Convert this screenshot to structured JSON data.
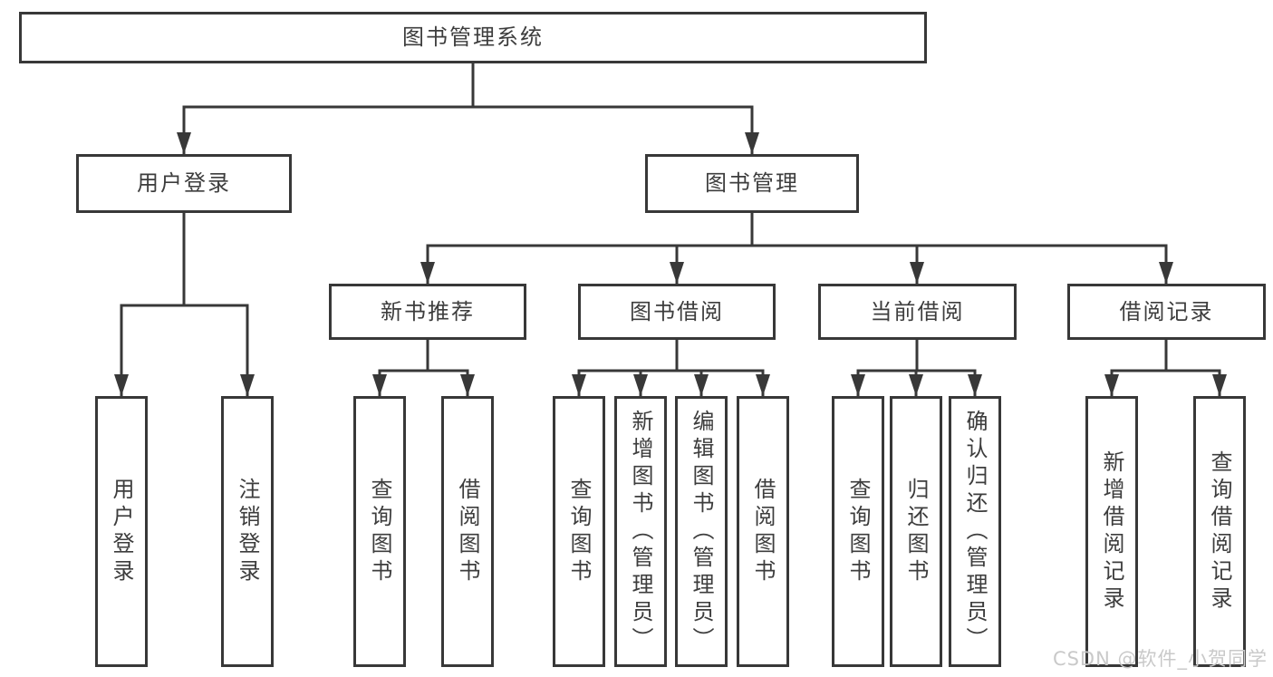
{
  "diagram": {
    "root": "图书管理系统",
    "level2": [
      "用户登录",
      "图书管理"
    ],
    "level3": [
      "新书推荐",
      "图书借阅",
      "当前借阅",
      "借阅记录"
    ],
    "leaves": [
      "用户登录",
      "注销登录",
      "查询图书",
      "借阅图书",
      "查询图书",
      "新增图书（管理员）",
      "编辑图书（管理员）",
      "借阅图书",
      "查询图书",
      "归还图书",
      "确认归还（管理员）",
      "新增借阅记录",
      "查询借阅记录"
    ],
    "colors": {
      "line": "#383838",
      "text": "#3d3d3d",
      "box_background": "#ffffff"
    }
  },
  "watermark": {
    "text": "CSDN @软件_小贺同学",
    "color": "#c9c9c9"
  }
}
